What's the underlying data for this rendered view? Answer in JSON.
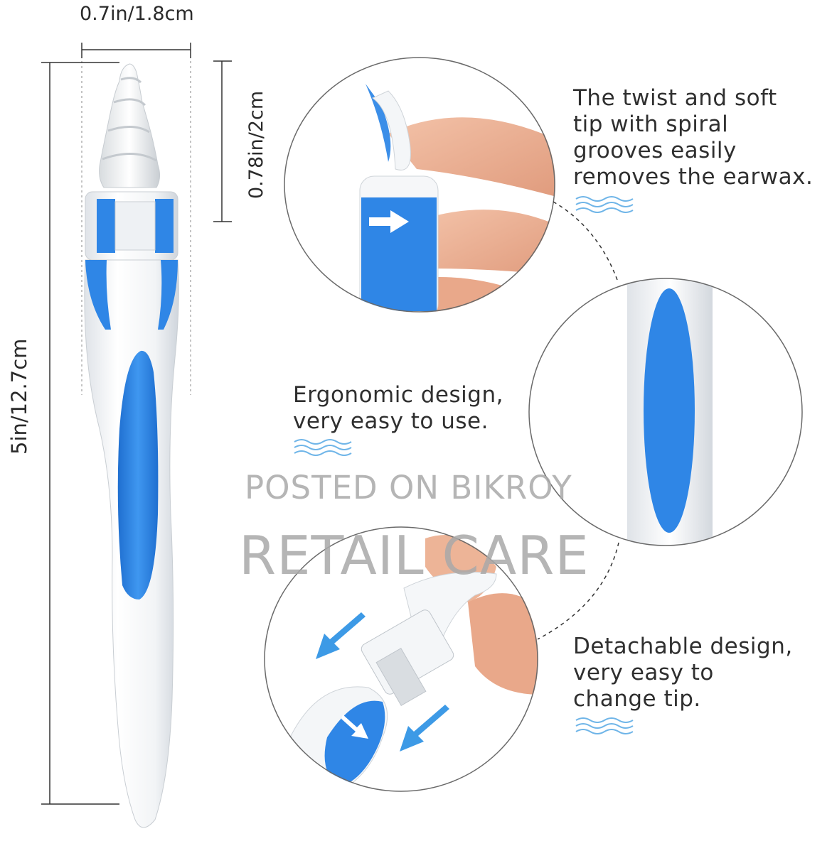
{
  "dimensions": {
    "width_label": "0.7in/1.8cm",
    "tip_height_label": "0.78in/2cm",
    "length_label": "5in/12.7cm"
  },
  "features": [
    {
      "lines": [
        "The twist and soft",
        "tip with spiral",
        "grooves easily",
        "removes the earwax."
      ]
    },
    {
      "lines": [
        "Ergonomic design,",
        "very easy to use."
      ]
    },
    {
      "lines": [
        "Detachable design,",
        "very easy to",
        "change tip."
      ]
    }
  ],
  "watermark": {
    "line1": "POSTED ON BIKROY",
    "line2": "RETAIL CARE"
  },
  "colors": {
    "accent_blue": "#2f86e6",
    "wave_blue": "#6fb5e8",
    "body_white": "#f4f6f8"
  },
  "icons": [
    "arrow-right-icon",
    "arrow-down-left-icon",
    "wave-icon"
  ]
}
